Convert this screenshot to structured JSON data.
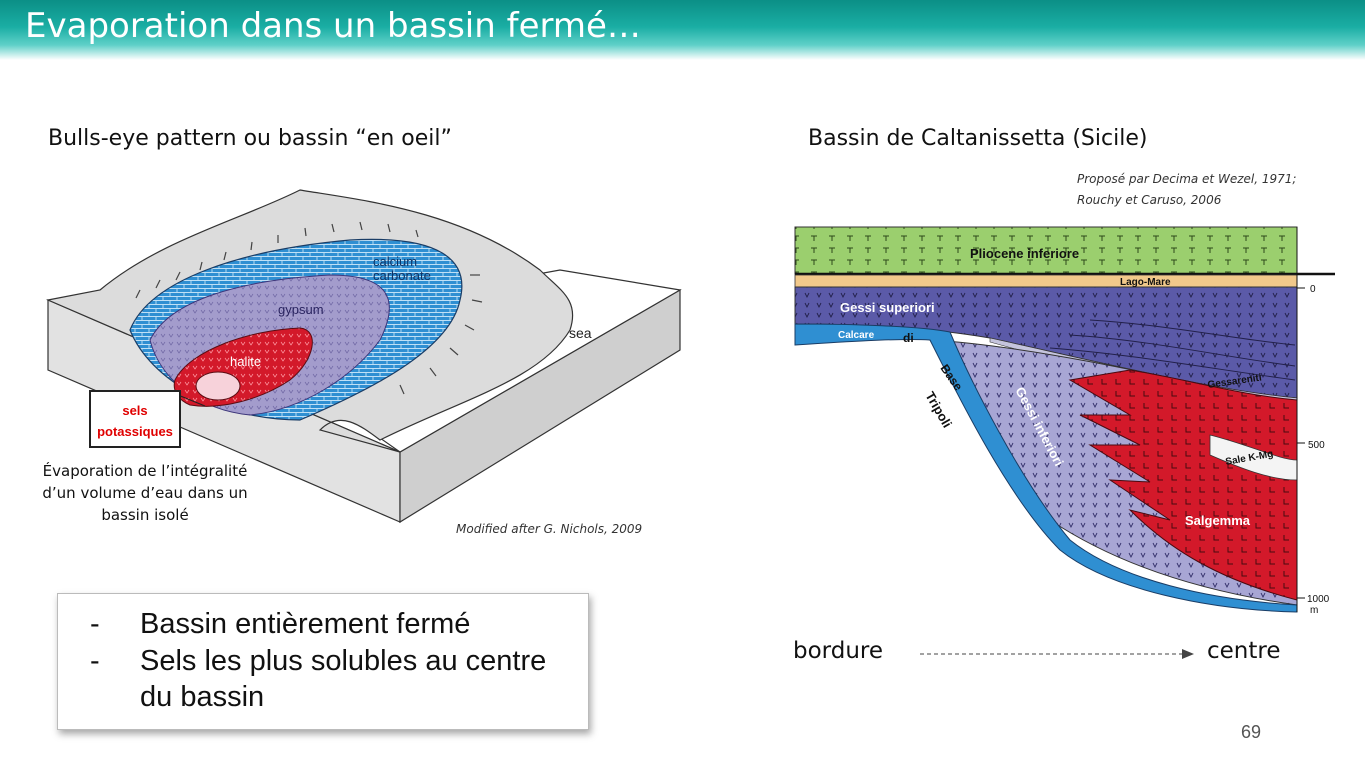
{
  "title": "Evaporation dans un bassin fermé…",
  "left": {
    "heading": "Bulls-eye pattern ou bassin “en oeil”",
    "labels": {
      "calcium_1": "calcium",
      "calcium_2": "carbonate",
      "gypsum": "gypsum",
      "halite": "halite",
      "sea": "sea"
    },
    "potassic_1": "sels",
    "potassic_2": "potassiques",
    "caption": "Évaporation de l’intégralité d’un volume d’eau dans un bassin isolé",
    "credit": "Modified after G. Nichols, 2009"
  },
  "bullets": {
    "dash": "-",
    "item1": "Bassin entièrement fermé",
    "item2_line1": "Sels les plus solubles au centre",
    "item2_line2": "du bassin"
  },
  "right": {
    "heading": "Bassin de Caltanissetta (Sicile)",
    "credit_1": "Proposé par Decima et Wezel, 1971;",
    "credit_2": "Rouchy et Caruso, 2006",
    "units": {
      "pliocene": "Pliocene inferiore",
      "lago_mare": "Lago-Mare",
      "gessi_sup": "Gessi superiori",
      "calcare": "Calcare",
      "di": "di",
      "base": "Base",
      "tripoli": "Tripoli",
      "gessi_inf": "Gessi inferiori",
      "gessareniti": "Gessareniti",
      "sale": "Sale K-Mg",
      "salgemma": "Salgemma"
    },
    "depth": {
      "d0": "0",
      "d500": "500",
      "d1000": "1000",
      "m": "m"
    },
    "bordure": "bordure",
    "centre": "centre"
  },
  "page_number": "69",
  "colors": {
    "teal": "#0b8f86",
    "carbonate_blue": "#2f8fd2",
    "gypsum_purple": "#a39ccc",
    "halite_red": "#d3192a",
    "pliocene_green": "#9bcf6e",
    "lago_mare_tan": "#f2c98b",
    "gessi_sup_blue": "#5b5aa8"
  }
}
